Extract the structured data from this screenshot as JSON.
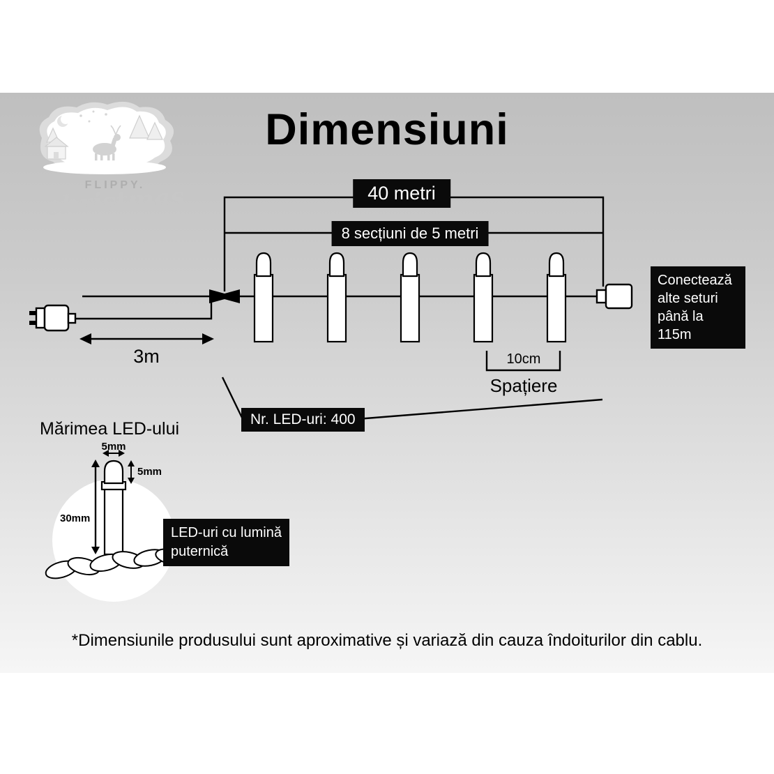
{
  "title": "Dimensiuni",
  "logo": {
    "brand": "FLIPPY.",
    "script": "christmas"
  },
  "diagram": {
    "total_length": "40 metri",
    "sections": "8 secțiuni de 5 metri",
    "lead_length": "3m",
    "spacing_value": "10cm",
    "spacing_label": "Spațiere",
    "led_count": "Nr. LED-uri: 400",
    "connect_note": "Conectează\nalte seturi\npână la 115m"
  },
  "led_detail": {
    "heading": "Mărimea LED-ului",
    "bulb_width": "5mm",
    "bulb_height": "5mm",
    "total_height": "30mm",
    "note": "LED-uri cu lumină\nputernică"
  },
  "footer": {
    "disclaimer": "*Dimensiunile produsului sunt aproximative și variază din cauza îndoiturilor din cablu."
  },
  "colors": {
    "badge_background": "#0a0a0a",
    "badge_text": "#ffffff",
    "line": "#000000",
    "band_background": "#ffffff",
    "stage_gradient_start": "#bfbfbf",
    "stage_gradient_end": "#f6f6f6"
  }
}
